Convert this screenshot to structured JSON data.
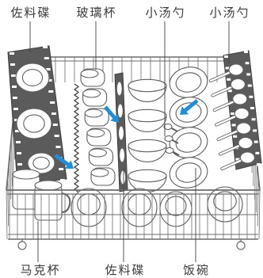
{
  "callouts": {
    "top": [
      "佐料碟",
      "玻璃杯",
      "小汤勺",
      "小汤勺"
    ],
    "bottom": [
      "马克杯",
      "佐料碟",
      "饭碗"
    ]
  },
  "colors": {
    "wire": "#6b6b6b",
    "insert": "#5b5b5b",
    "arrow": "#1f8fd9",
    "label": "#3a3a3a"
  }
}
